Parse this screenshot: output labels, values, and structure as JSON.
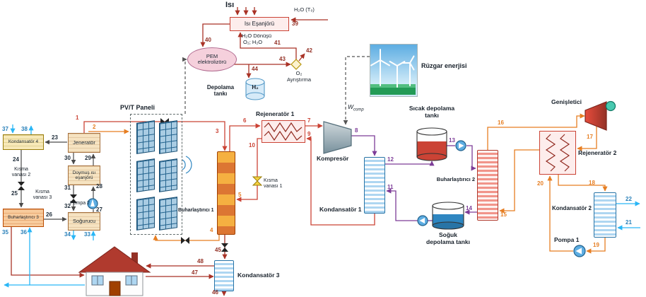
{
  "labels": {
    "isi": "Isı",
    "isi_esanjoru": "Isı Eşanjörü",
    "h2o_in": "H₂O (T₀)",
    "h2o_donusu": "H₂O Dönüşü",
    "pem1": "PEM",
    "pem2": "elektrolizörü",
    "o2_h2o": "O₂; H₂O",
    "sep1": "O₂",
    "sep2": "Ayrıştırma",
    "dep1": "Depolama",
    "dep2": "tankı",
    "h2": "H₂",
    "ruzgar": "Rüzgar enerjisi",
    "pvt": "PV/T Paneli",
    "rej1": "Rejeneratör 1",
    "komp": "Kompresör",
    "w": "W",
    "wsub": "comp",
    "kond1": "Kondansatör 1",
    "kond2": "Kondansatör 2",
    "kond3": "Kondansatör 3",
    "kond4": "Kondansatör 4",
    "sicak1": "Sıcak depolama",
    "sicak2": "tankı",
    "soguk1": "Soğuk",
    "soguk2": "depolama tankı",
    "buh1": "Buharlaştırıcı 1",
    "buh2": "Buharlaştırıcı 2",
    "buh3": "Buharlaştırıcı 3",
    "gen": "Genişletici",
    "rej2": "Rejeneratör 2",
    "pompa1": "Pompa 1",
    "pompa2": "Pompa 2",
    "jen": "Jeneratör",
    "doy1": "Doymuş ısı",
    "doy2": "eşanjörü",
    "sog": "Soğurucu",
    "k1a": "Kısma",
    "k1b": "vanası 1",
    "k2a": "Kısma",
    "k2b": "vanası 2",
    "k3a": "Kısma",
    "k3b": "vanası 3"
  },
  "colors": {
    "solar_line": "#cb4335",
    "orc_line": "#e67e22",
    "storage_line": "#7d3c98",
    "cooling_line": "#29b6f6",
    "absorption_line": "#4a4a4a"
  },
  "points": {
    "p1": "1",
    "p2": "2",
    "p3": "3",
    "p4": "4",
    "p5": "5",
    "p6": "6",
    "p7": "7",
    "p8": "8",
    "p9": "9",
    "p10": "10",
    "p11": "11",
    "p12": "12",
    "p13": "13",
    "p14": "14",
    "p15": "15",
    "p16": "16",
    "p17": "17",
    "p18": "18",
    "p19": "19",
    "p20": "20",
    "p21": "21",
    "p22": "22",
    "p23": "23",
    "p24": "24",
    "p25": "25",
    "p26": "26",
    "p27": "27",
    "p28": "28",
    "p29": "29",
    "p30": "30",
    "p31": "31",
    "p32": "32",
    "p33": "33",
    "p34": "34",
    "p35": "35",
    "p36": "36",
    "p37": "37",
    "p38": "38",
    "p39": "39",
    "p40": "40",
    "p41": "41",
    "p42": "42",
    "p43": "43",
    "p44": "44",
    "p45": "45",
    "p46": "46",
    "p47": "47",
    "p48": "48"
  }
}
